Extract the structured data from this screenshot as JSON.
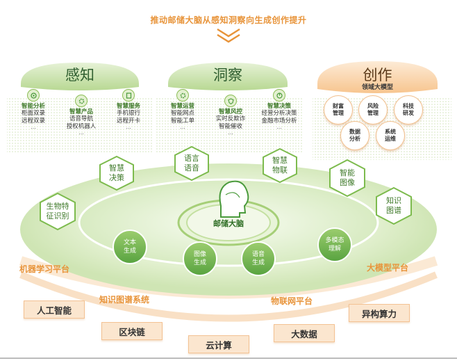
{
  "header": {
    "title": "推动邮储大脑从感知洞察向生成创作提升"
  },
  "capabilities": [
    {
      "title": "感知",
      "features": [
        {
          "name": "智能分析",
          "icon": "target-icon",
          "lines": [
            "柜面双录",
            "远程双录",
            "..."
          ]
        },
        {
          "name": "智慧产品",
          "icon": "gear-icon",
          "lines": [
            "语音导航",
            "授权机器人",
            "..."
          ]
        },
        {
          "name": "智慧服务",
          "icon": "document-icon",
          "lines": [
            "手机银行",
            "远程开卡",
            "..."
          ]
        }
      ]
    },
    {
      "title": "洞察",
      "features": [
        {
          "name": "智慧运营",
          "icon": "gear-icon",
          "lines": [
            "智能网点",
            "智能工单",
            "..."
          ]
        },
        {
          "name": "智慧风控",
          "icon": "shield-icon",
          "lines": [
            "实时反欺诈",
            "智能催收",
            "..."
          ]
        },
        {
          "name": "智慧决策",
          "icon": "chart-icon",
          "lines": [
            "经营分析决策",
            "金融市场分析",
            "..."
          ]
        }
      ]
    },
    {
      "title": "创作",
      "subtitle": "领域大模型",
      "domains": [
        "财富\n管理",
        "风险\n管理",
        "科技\n研发",
        "数据\n分析",
        "系统\n运维"
      ]
    }
  ],
  "center": {
    "label": "邮储大脑"
  },
  "hexagons": [
    "智慧\n决策",
    "语言\n语音",
    "智慧\n物联",
    "生物特\n征识别",
    "智能\n图像",
    "知识\n图谱"
  ],
  "generation": [
    "文本\n生成",
    "图像\n生成",
    "语音\n生成",
    "多模态\n理解"
  ],
  "platforms": [
    "机器学习平台",
    "大模型平台",
    "知识图谱系统",
    "物联网平台"
  ],
  "infrastructure": [
    "人工智能",
    "异构算力",
    "区块链",
    "大数据",
    "云计算"
  ],
  "colors": {
    "accent": "#e8943a",
    "green": "#4a9a3c",
    "light_green": "#d6eac0"
  }
}
